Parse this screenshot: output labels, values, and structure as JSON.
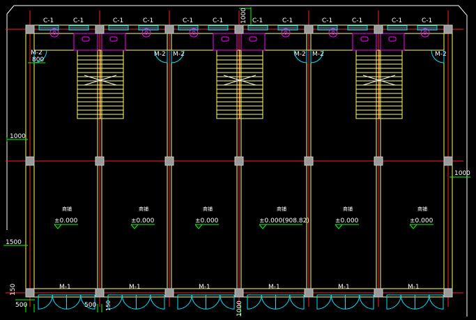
{
  "colors": {
    "background": "#000000",
    "wall": "#ffff66",
    "axis": "#ff2020",
    "text": "#ffffff",
    "window": "#00e5ff",
    "fixture": "#ff00ff",
    "dimension": "#00ff00",
    "column": "#9a9a9a",
    "outline": "#ffffff"
  },
  "labels": {
    "window": "C-1",
    "door_back": "M-2",
    "door_front": "M-1",
    "room": "商铺",
    "elevation": "±0.000",
    "elevation_special": "±0.000(908.82)"
  },
  "dimensions": {
    "d800": "800",
    "d1000_left": "1000",
    "d1000_right": "1000",
    "d1000_top": "1000",
    "d1500": "1500",
    "d150": "150",
    "d500_a": "500",
    "d500_b": "500",
    "d150_b": "150",
    "d1000_bottom": "1000"
  }
}
